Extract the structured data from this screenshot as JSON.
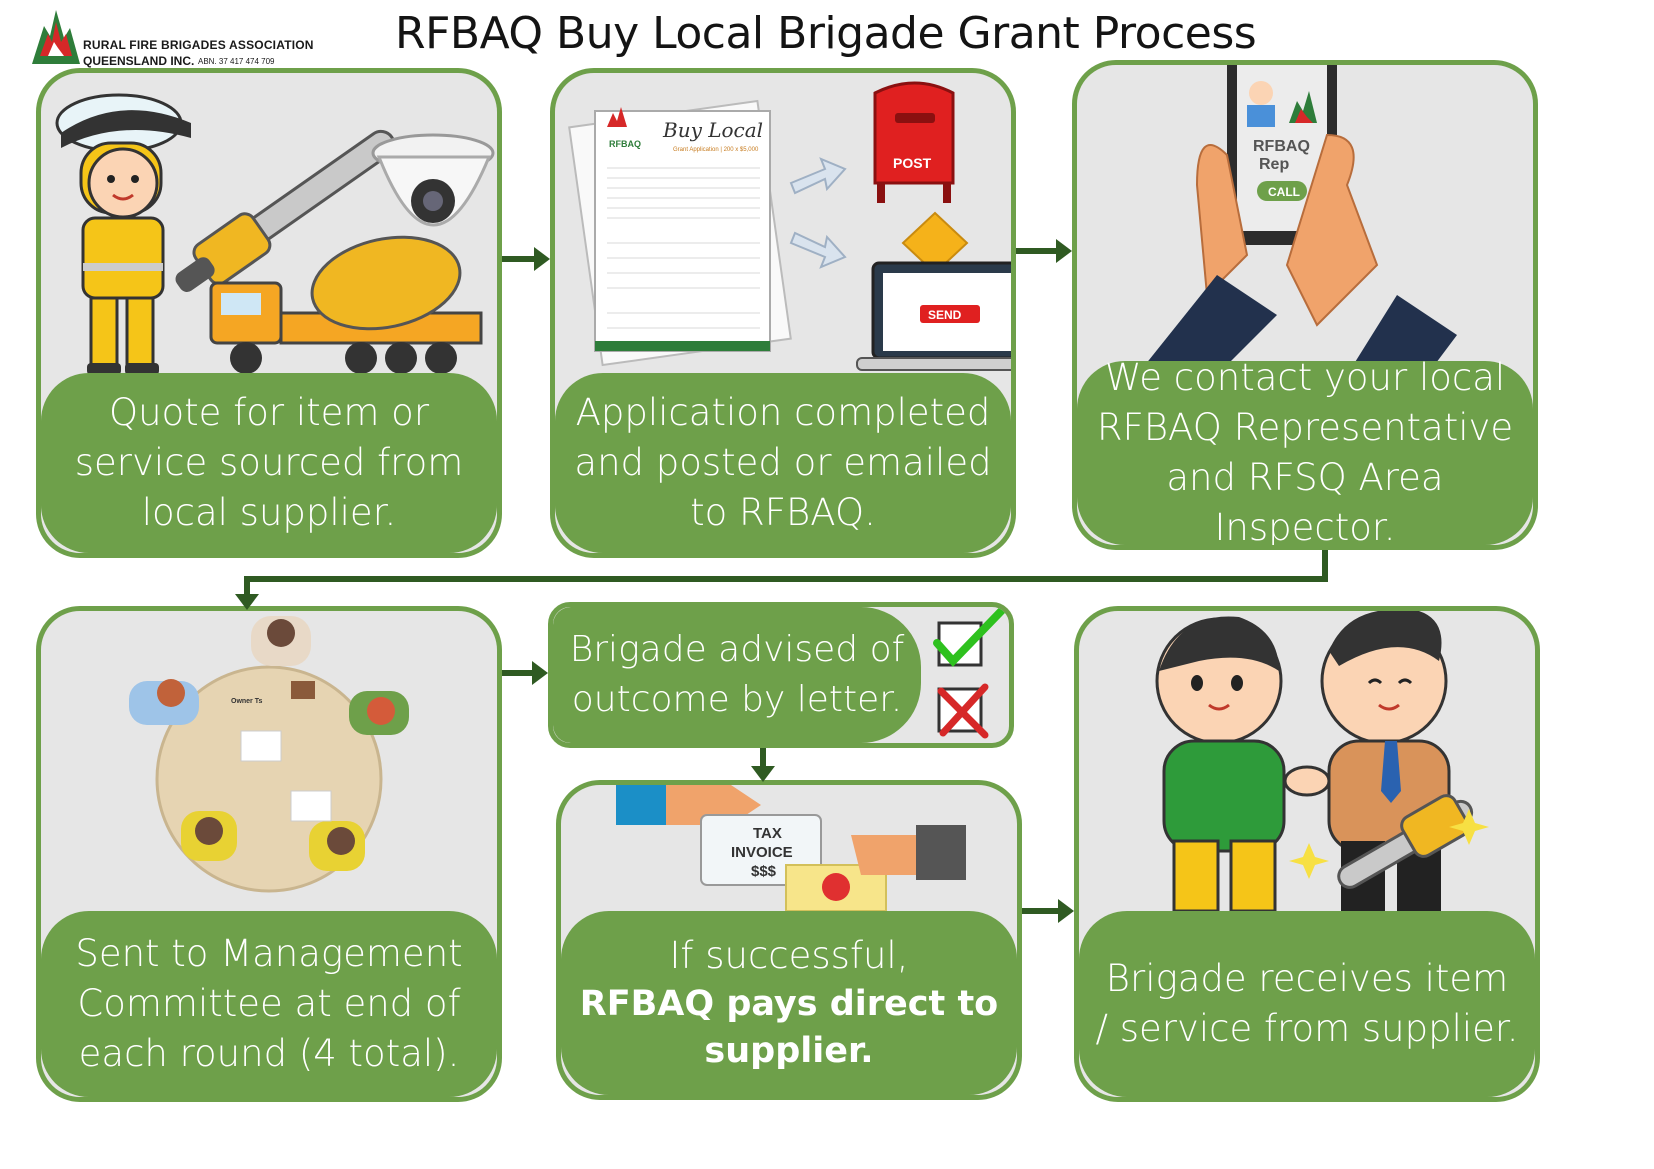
{
  "header": {
    "title": "RFBAQ Buy Local Brigade Grant Process",
    "org_line1": "RURAL FIRE BRIGADES ASSOCIATION",
    "org_line2": "QUEENSLAND INC.",
    "abn": "ABN. 37 417 474 709"
  },
  "steps": [
    {
      "text": "Quote for item or service sourced from local supplier.",
      "icon": "firefighter-chainsaw-camera-mixer-icon"
    },
    {
      "text": "Application completed and posted or emailed to RFBAQ.",
      "icon": "application-form-post-email-icon"
    },
    {
      "text": "We contact your local RFBAQ Representative and RFSQ Area Inspector.",
      "icon": "phone-call-icon"
    },
    {
      "text": "Sent to Management Committee at end of each round (4 total).",
      "icon": "meeting-table-icon"
    },
    {
      "text": "Brigade advised of outcome by letter.",
      "icon": "check-cross-icon"
    },
    {
      "text_plain": "If successful,",
      "text_bold": "RFBAQ pays direct to supplier.",
      "icon": "tax-invoice-payment-icon"
    },
    {
      "text": "Brigade receives item / service from supplier.",
      "icon": "handshake-icon"
    }
  ],
  "illustration_labels": {
    "form_title": "Buy Local",
    "form_subtitle": "Grant Application | 200 x $5,000",
    "form_logo": "RFBAQ",
    "post_label": "POST",
    "send_label": "SEND",
    "phone_name_1": "RFBAQ",
    "phone_name_2": "Rep",
    "call_label": "CALL",
    "invoice_line1": "TAX",
    "invoice_line2": "INVOICE",
    "invoice_line3": "$$$",
    "doc_label": "Owner Ts"
  },
  "colors": {
    "card_border": "#6ea04a",
    "caption_bg": "#6ea04a",
    "card_bg": "#e6e6e6",
    "arrow": "#2f5a22",
    "title_text": "#141414"
  }
}
